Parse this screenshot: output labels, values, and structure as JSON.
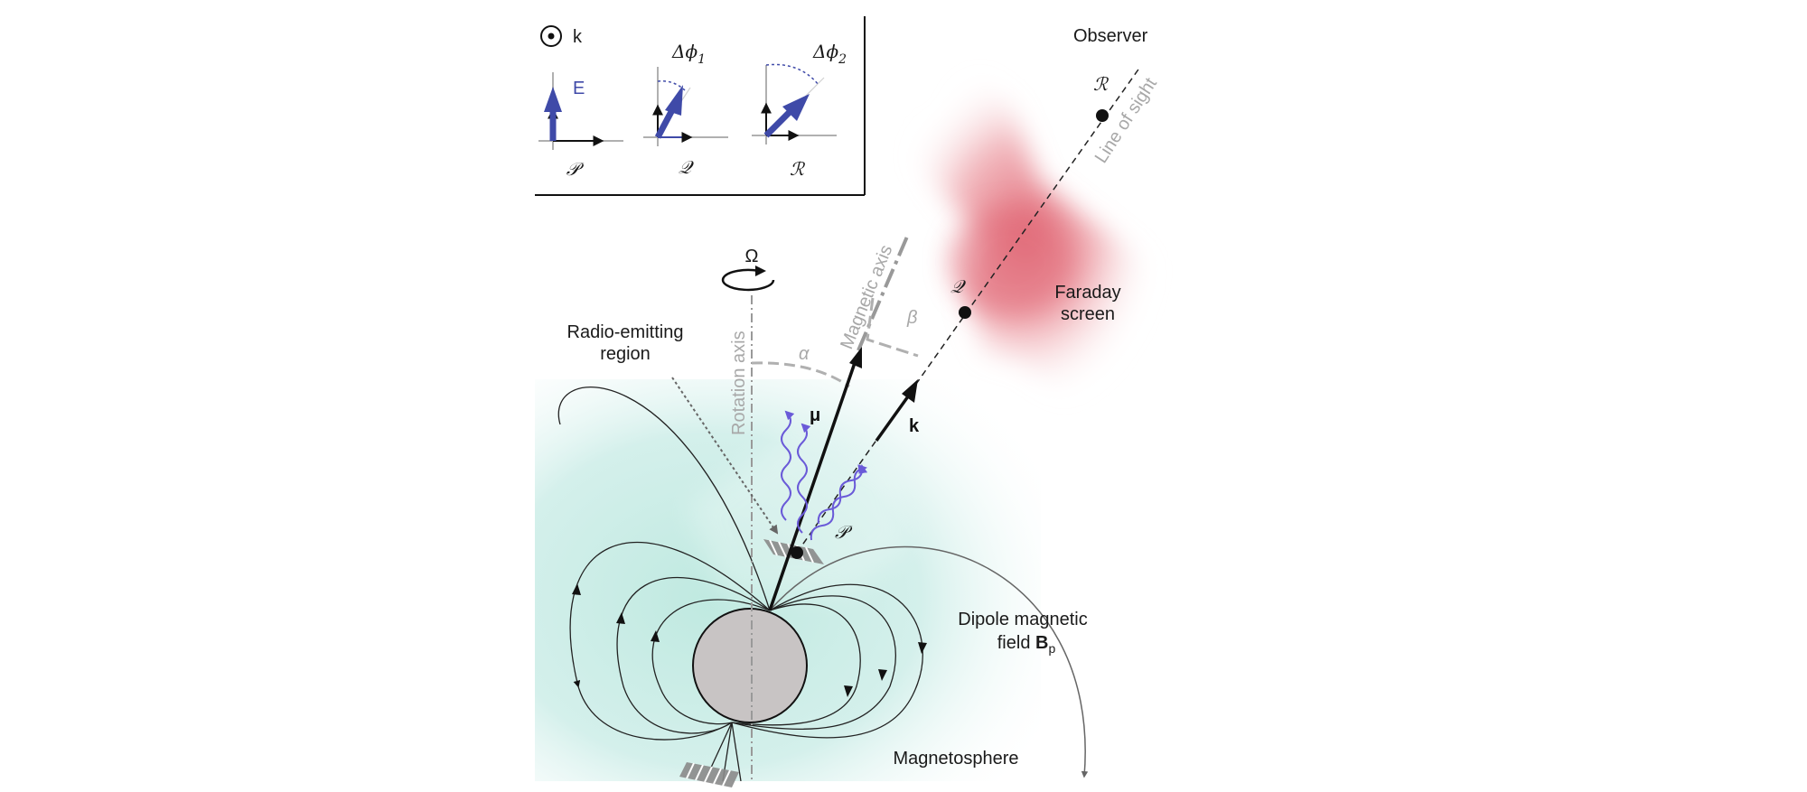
{
  "inset": {
    "k_label": "k",
    "e_label": "E",
    "dphi1": "Δϕ",
    "dphi1_sub": "1",
    "dphi2": "Δϕ",
    "dphi2_sub": "2",
    "panels": [
      "𝒫",
      "𝒬",
      "ℛ"
    ]
  },
  "labels": {
    "observer": "Observer",
    "line_of_sight": "Line of sight",
    "point_r": "ℛ",
    "point_q": "𝒬",
    "point_p": "𝒫",
    "faraday_line1": "Faraday",
    "faraday_line2": "screen",
    "omega": "Ω",
    "magnetic_axis": "Magnetic axis",
    "rotation_axis": "Rotation axis",
    "alpha": "α",
    "beta": "β",
    "radio_line1": "Radio-emitting",
    "radio_line2": "region",
    "mu": "μ",
    "k_vector": "k",
    "dipole_line1": "Dipole magnetic",
    "dipole_line2_prefix": "field ",
    "dipole_B": "B",
    "dipole_sub": "p",
    "magnetosphere": "Magnetosphere"
  },
  "colors": {
    "faraday_red": "#e06070",
    "magnetosphere_teal": "#9ed8d0",
    "star_fill": "#c8c4c4",
    "e_field_blue": "#3f4aa8",
    "wave_purple": "#6a5ad8",
    "axis_gray": "#a8a8a8"
  }
}
